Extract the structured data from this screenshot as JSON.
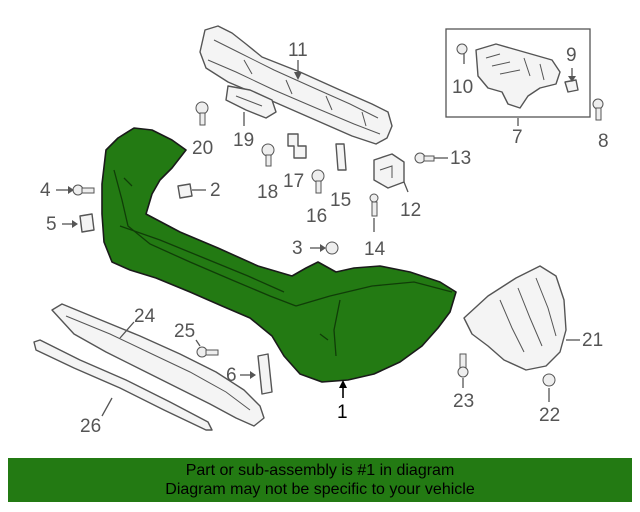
{
  "callouts": {
    "c1": "1",
    "c2": "2",
    "c3": "3",
    "c4": "4",
    "c5": "5",
    "c6": "6",
    "c7": "7",
    "c8": "8",
    "c9": "9",
    "c10": "10",
    "c11": "11",
    "c12": "12",
    "c13": "13",
    "c14": "14",
    "c15": "15",
    "c16": "16",
    "c17": "17",
    "c18": "18",
    "c19": "19",
    "c20": "20",
    "c21": "21",
    "c22": "22",
    "c23": "23",
    "c24": "24",
    "c25": "25",
    "c26": "26"
  },
  "banner": {
    "line1": "Part or sub-assembly is #1 in diagram",
    "line2": "Diagram may not be specific to your vehicle"
  },
  "colors": {
    "highlight": "#237a13",
    "line": "#555555",
    "background": "#ffffff"
  }
}
